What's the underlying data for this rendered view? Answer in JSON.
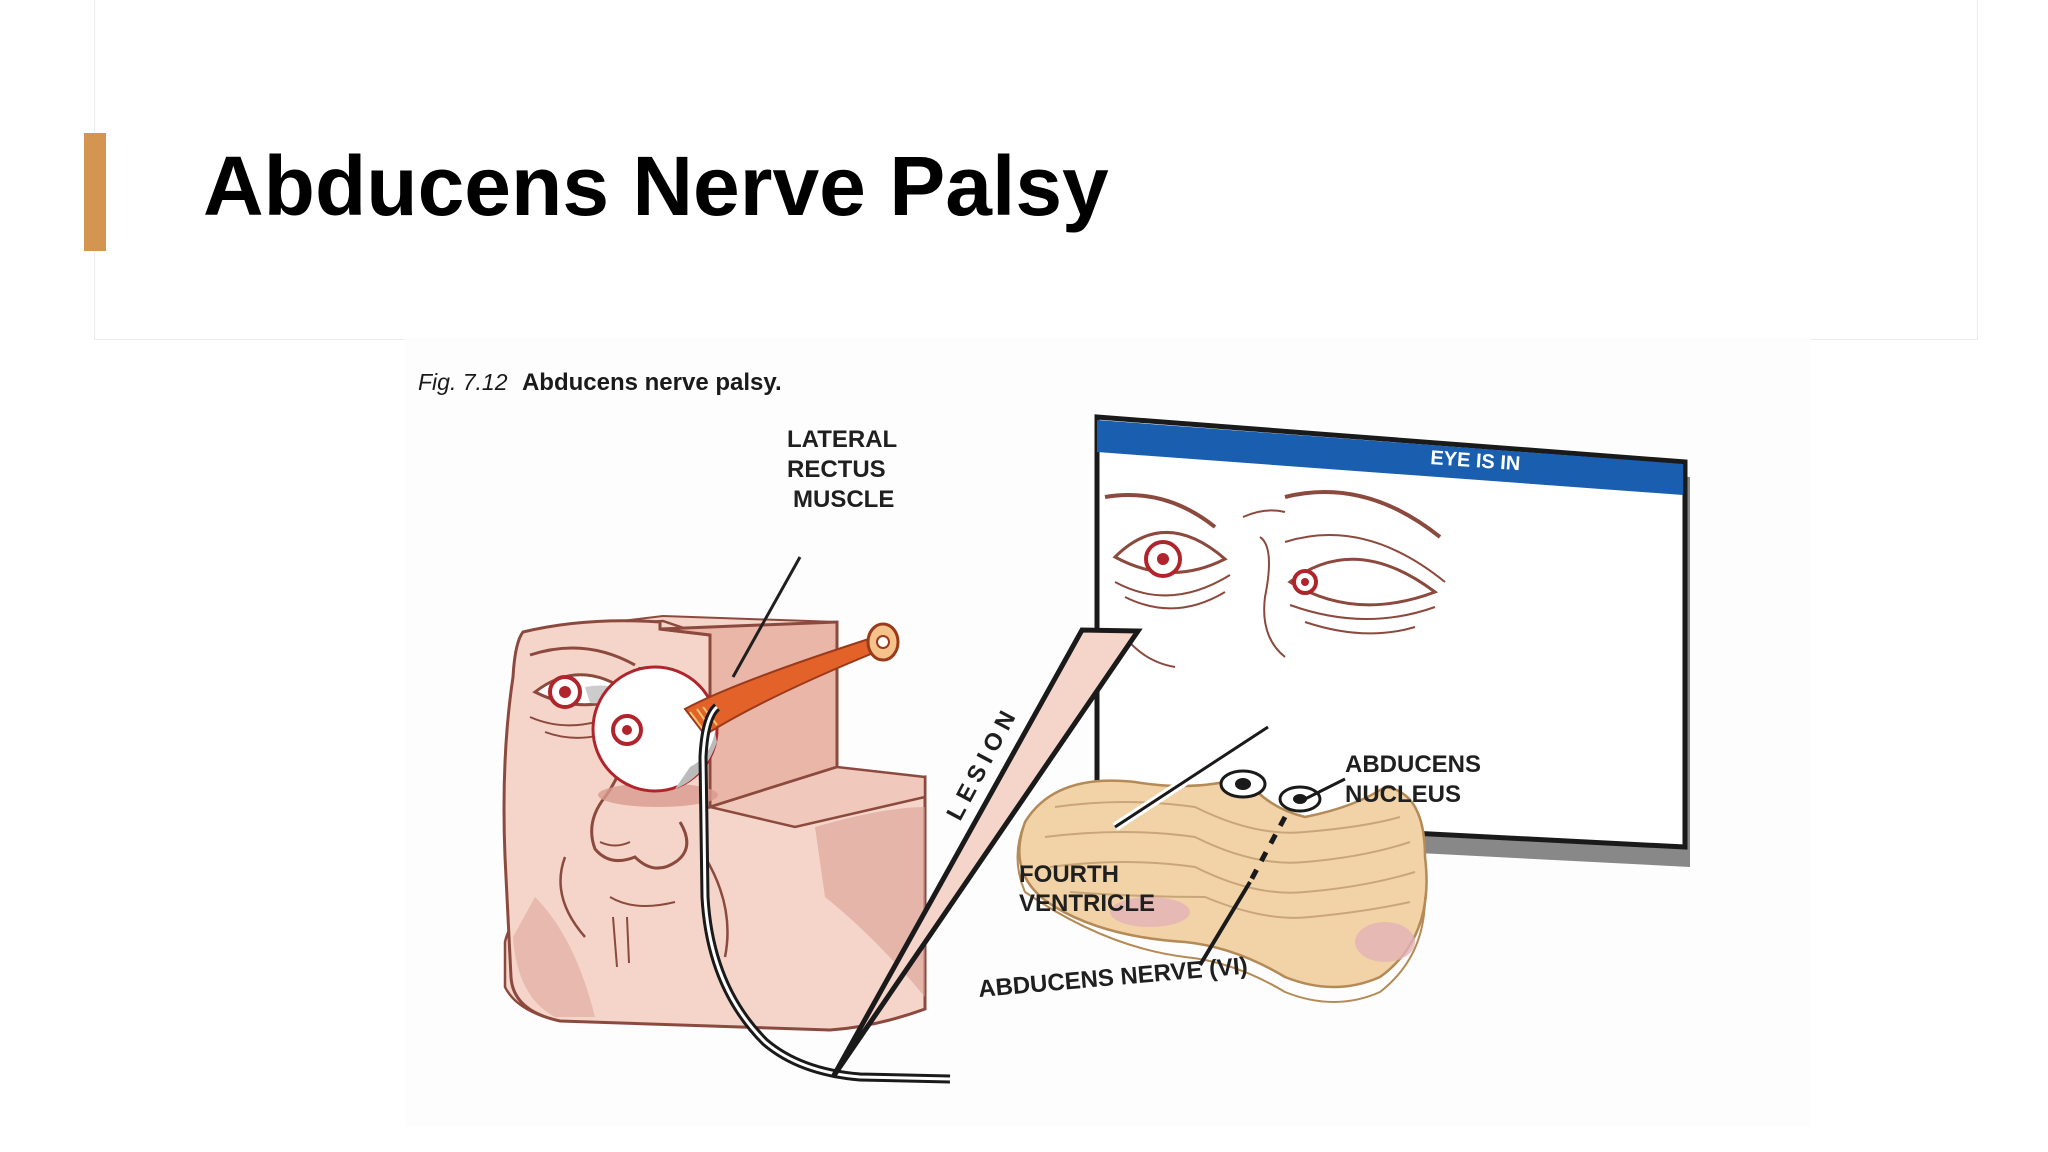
{
  "slide": {
    "title": "Abducens Nerve Palsy",
    "accent_color": "#D3954F"
  },
  "figure": {
    "caption_number": "Fig. 7.12",
    "caption_text": "Abducens nerve palsy.",
    "labels": {
      "lateral_rectus_line1": "LATERAL",
      "lateral_rectus_line2": "RECTUS",
      "lateral_rectus_line3": "MUSCLE",
      "eye_is_in": "EYE IS IN",
      "lesion": "LESION",
      "abducens_nucleus_line1": "ABDUCENS",
      "abducens_nucleus_line2": "NUCLEUS",
      "fourth_ventricle_line1": "FOURTH",
      "fourth_ventricle_line2": "VENTRICLE",
      "abducens_nerve": "ABDUCENS NERVE (VI)"
    },
    "colors": {
      "skin": "#F5D5CA",
      "skin_shadow": "#D99A8E",
      "outline": "#8C4A3E",
      "iris": "#B0242C",
      "muscle": "#E2622A",
      "brainstem": "#F1D3A7",
      "banner_blue": "#1A5FAF"
    }
  }
}
